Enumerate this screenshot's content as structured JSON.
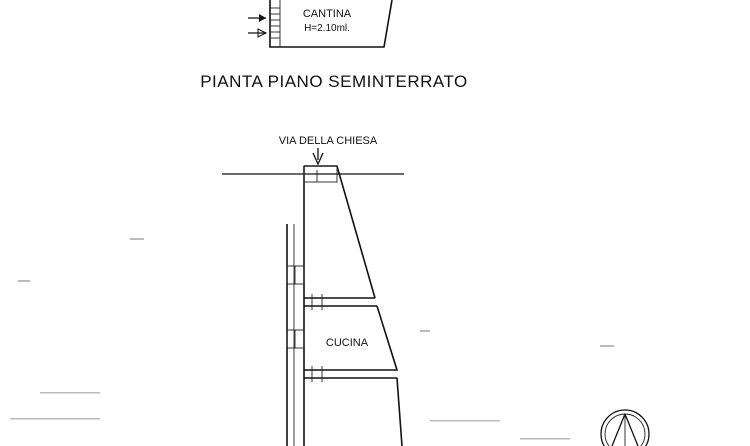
{
  "upper_room": {
    "name": "CANTINA",
    "height": "H=2.10ml."
  },
  "plan_title": "PIANTA PIANO SEMINTERRATO",
  "street_label": "VIA DELLA CHIESA",
  "lower_room": {
    "name": "CUCINA"
  },
  "icons": {
    "north_arrow": "north-arrow-icon",
    "entry_arrow": "entry-arrow-icon",
    "street_arrow": "arrow-down-icon"
  },
  "colors": {
    "ink": "#111111",
    "paper": "#ffffff"
  }
}
